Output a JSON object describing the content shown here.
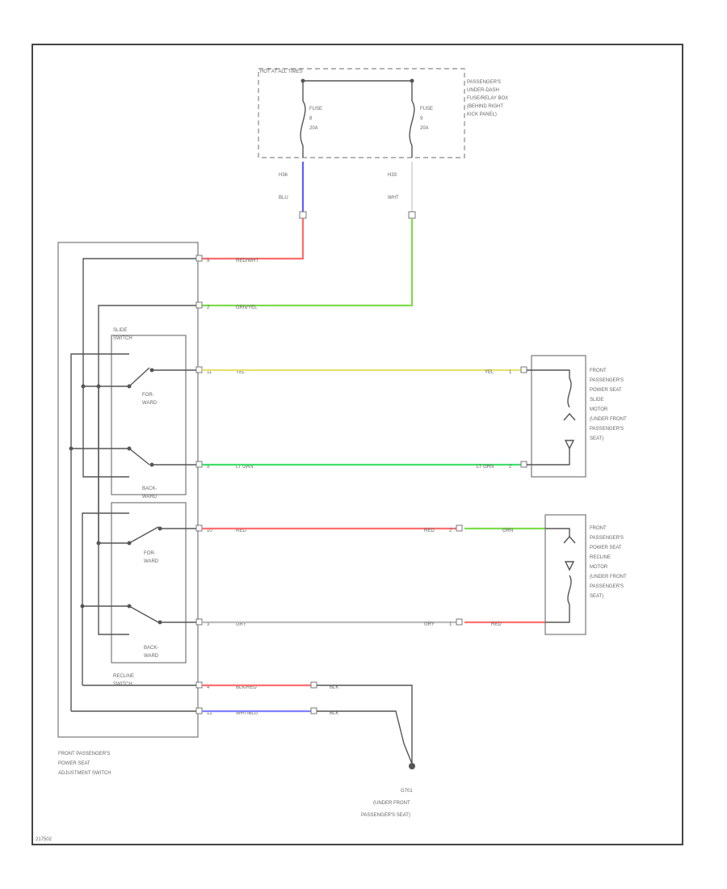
{
  "fuse_box": {
    "power_label": "HOT AT ALL TIMES",
    "name_lines": [
      "PASSENGER'S",
      "UNDER-DASH",
      "FUSE/RELAY BOX",
      "(BEHIND RIGHT",
      "KICK PANEL)"
    ],
    "fuse_a": {
      "name": "FUSE",
      "number": "8",
      "rating": "20A",
      "pin": "H36",
      "wire": "BLU"
    },
    "fuse_b": {
      "name": "FUSE",
      "number": "9",
      "rating": "20A",
      "pin": "H33",
      "wire": "WHT"
    }
  },
  "switch_assembly": {
    "name_lines": [
      "FRONT PASSENGER'S",
      "POWER SEAT",
      "ADJUSTMENT SWITCH"
    ],
    "slide_switch": {
      "name_lines": [
        "SLIDE",
        "SWITCH"
      ],
      "forward": [
        "FOR-",
        "WARD"
      ],
      "backward": [
        "BACK-",
        "WARD"
      ]
    },
    "recline_switch": {
      "name_lines": [
        "RECLINE",
        "SWITCH"
      ],
      "forward": [
        "FOR-",
        "WARD"
      ],
      "backward": [
        "BACK-",
        "WARD"
      ]
    }
  },
  "circuits": [
    {
      "pin": "9",
      "color_label": "RED/WHT",
      "hex": "#ff6b6b"
    },
    {
      "pin": "2",
      "color_label": "GRN/YEL",
      "hex": "#7ddc4a"
    },
    {
      "pin": "11",
      "color_label": "YEL",
      "right_label": "YEL",
      "right_pin": "1",
      "hex": "#e8e070"
    },
    {
      "pin": "5",
      "color_label": "LT GRN",
      "right_label": "LT GRN",
      "right_pin": "2",
      "hex": "#3ee06a"
    },
    {
      "pin": "10",
      "color_label": "RED",
      "right_label": "RED",
      "right_pin": "2",
      "hex": "#ff7070"
    },
    {
      "pin": "3",
      "color_label": "GRY",
      "right_label": "GRY",
      "right_pin": "1",
      "hex": "#bbbbbb"
    },
    {
      "pin": "4",
      "color_label": "BLK/RED",
      "right_label": "BLK",
      "hex": "#ff7070"
    },
    {
      "pin": "12",
      "color_label": "WHT/BLU",
      "right_label": "BLK",
      "hex": "#8080ff"
    }
  ],
  "slide_motor": {
    "name_lines": [
      "FRONT",
      "PASSENGER'S",
      "POWER SEAT",
      "SLIDE",
      "MOTOR",
      "(UNDER FRONT",
      "PASSENGER'S",
      "SEAT)"
    ]
  },
  "recline_motor": {
    "name_lines": [
      "FRONT",
      "PASSENGER'S",
      "POWER SEAT",
      "RECLINE",
      "MOTOR",
      "(UNDER FRONT",
      "PASSENGER'S",
      "SEAT)"
    ],
    "in_wire": "GRN",
    "out_wire": "RED"
  },
  "ground": {
    "name": "G701",
    "location_lines": [
      "(UNDER FRONT",
      "PASSENGER'S SEAT)"
    ]
  },
  "diagram_id": "217502",
  "colors": {
    "blue": "#6060ff",
    "green": "#7ddc4a",
    "red": "#ff6b6b",
    "yellow": "#e8e070",
    "ltgreen": "#3ee06a",
    "gray": "#bbbbbb"
  }
}
